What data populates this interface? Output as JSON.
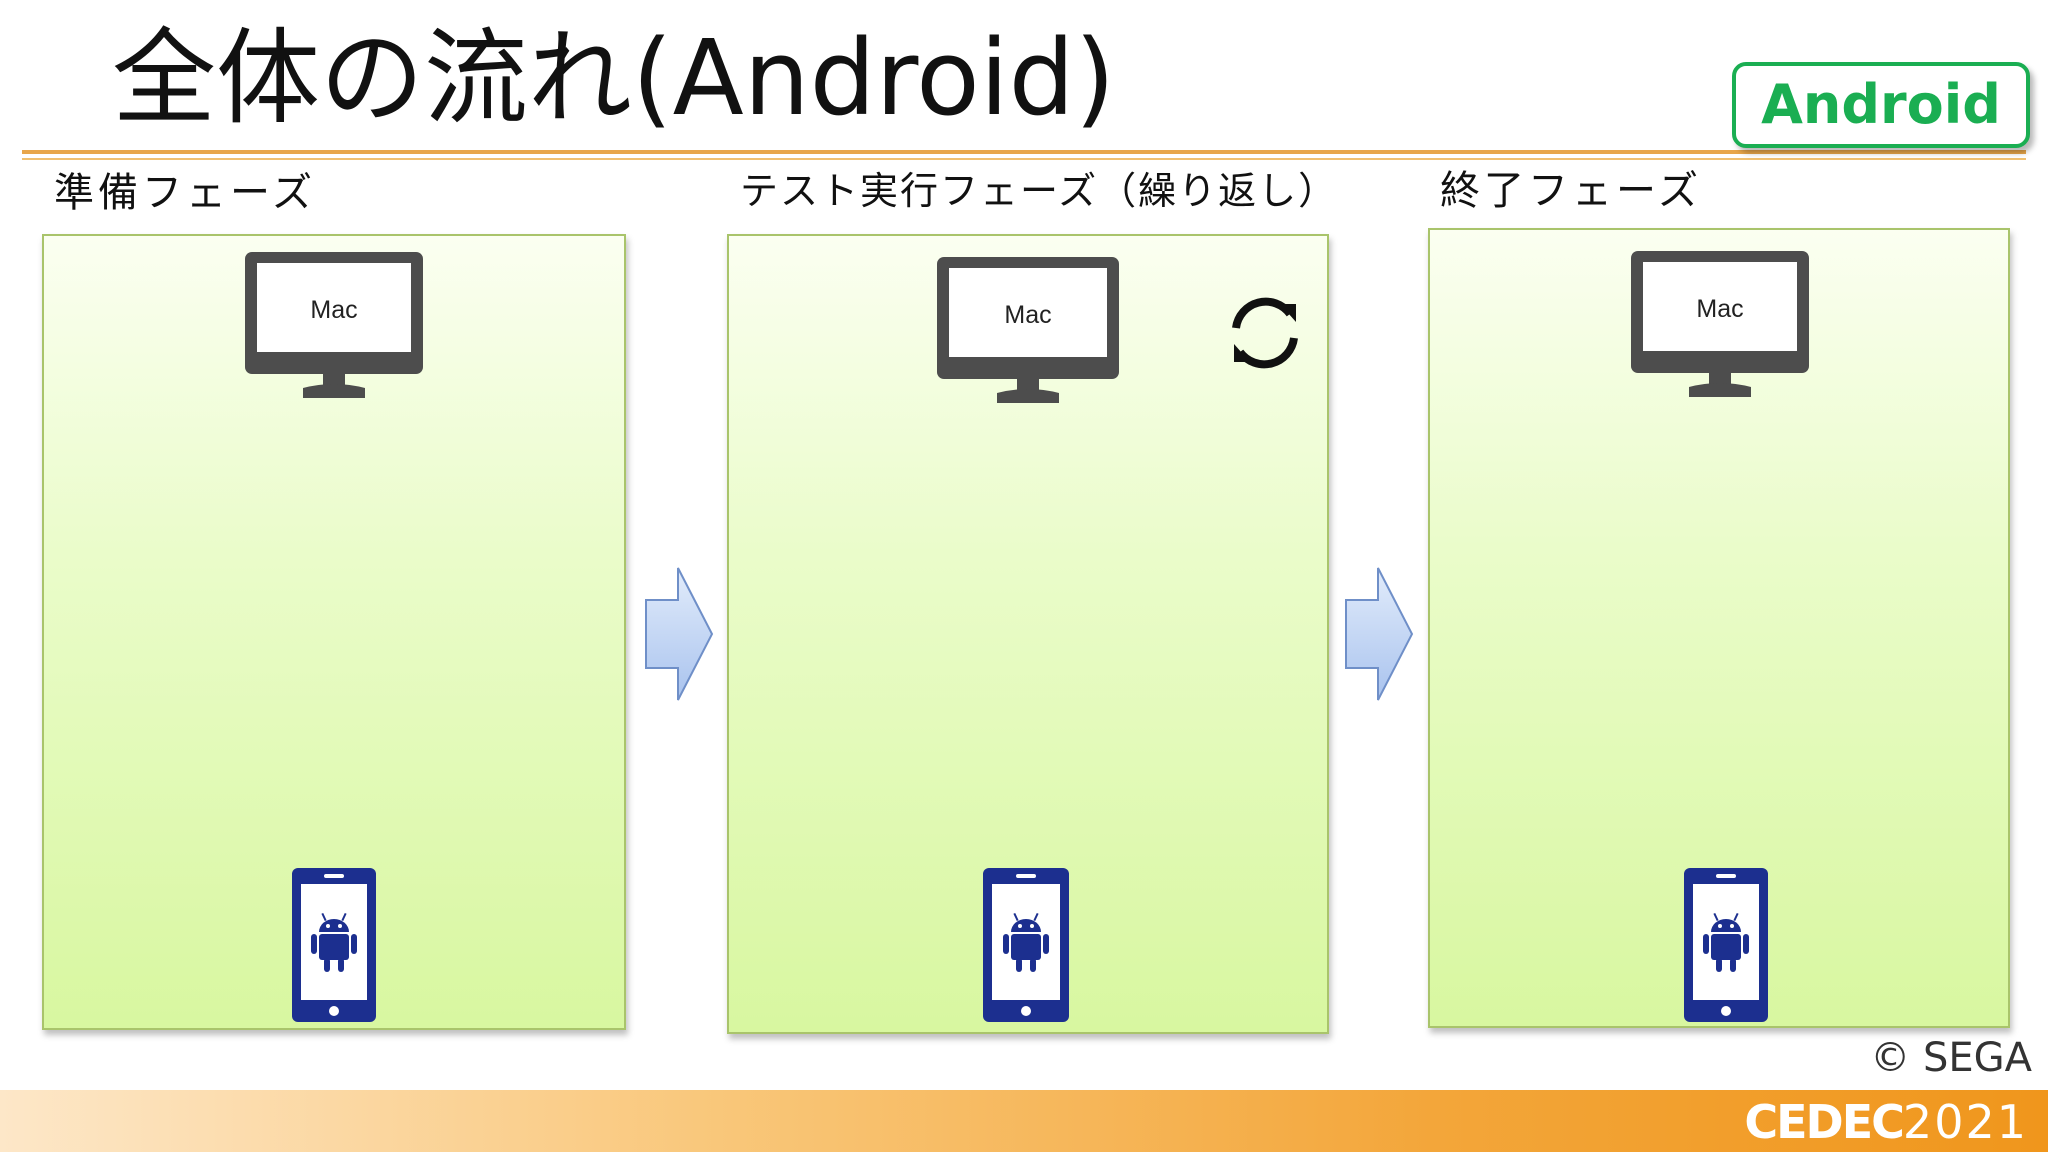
{
  "slide": {
    "title": "全体の流れ(Android)",
    "badge": "Android",
    "copyright": "© SEGA",
    "logo": {
      "bold_part": "CEDEC",
      "year_part": "2021"
    }
  },
  "phases": [
    {
      "label": "準備フェーズ",
      "monitor_label": "Mac"
    },
    {
      "label": "テスト実行フェーズ（繰り返し）",
      "monitor_label": "Mac"
    },
    {
      "label": "終了フェーズ",
      "monitor_label": "Mac"
    }
  ],
  "icons": {
    "monitor": "desktop-monitor-icon",
    "phone": "android-phone-icon",
    "arrow": "right-arrow-icon",
    "refresh": "refresh-icon"
  },
  "colors": {
    "title_rule": "#e8a64a",
    "badge": "#1aae52",
    "panel_border": "#a9c46b",
    "panel_fill_bottom": "#d8f7a0",
    "monitor": "#4d4d4d",
    "phone": "#1c2f8f",
    "arrow_fill": "#b8d0f4",
    "arrow_stroke": "#6f8fc8",
    "footer_end": "#f0961c"
  }
}
